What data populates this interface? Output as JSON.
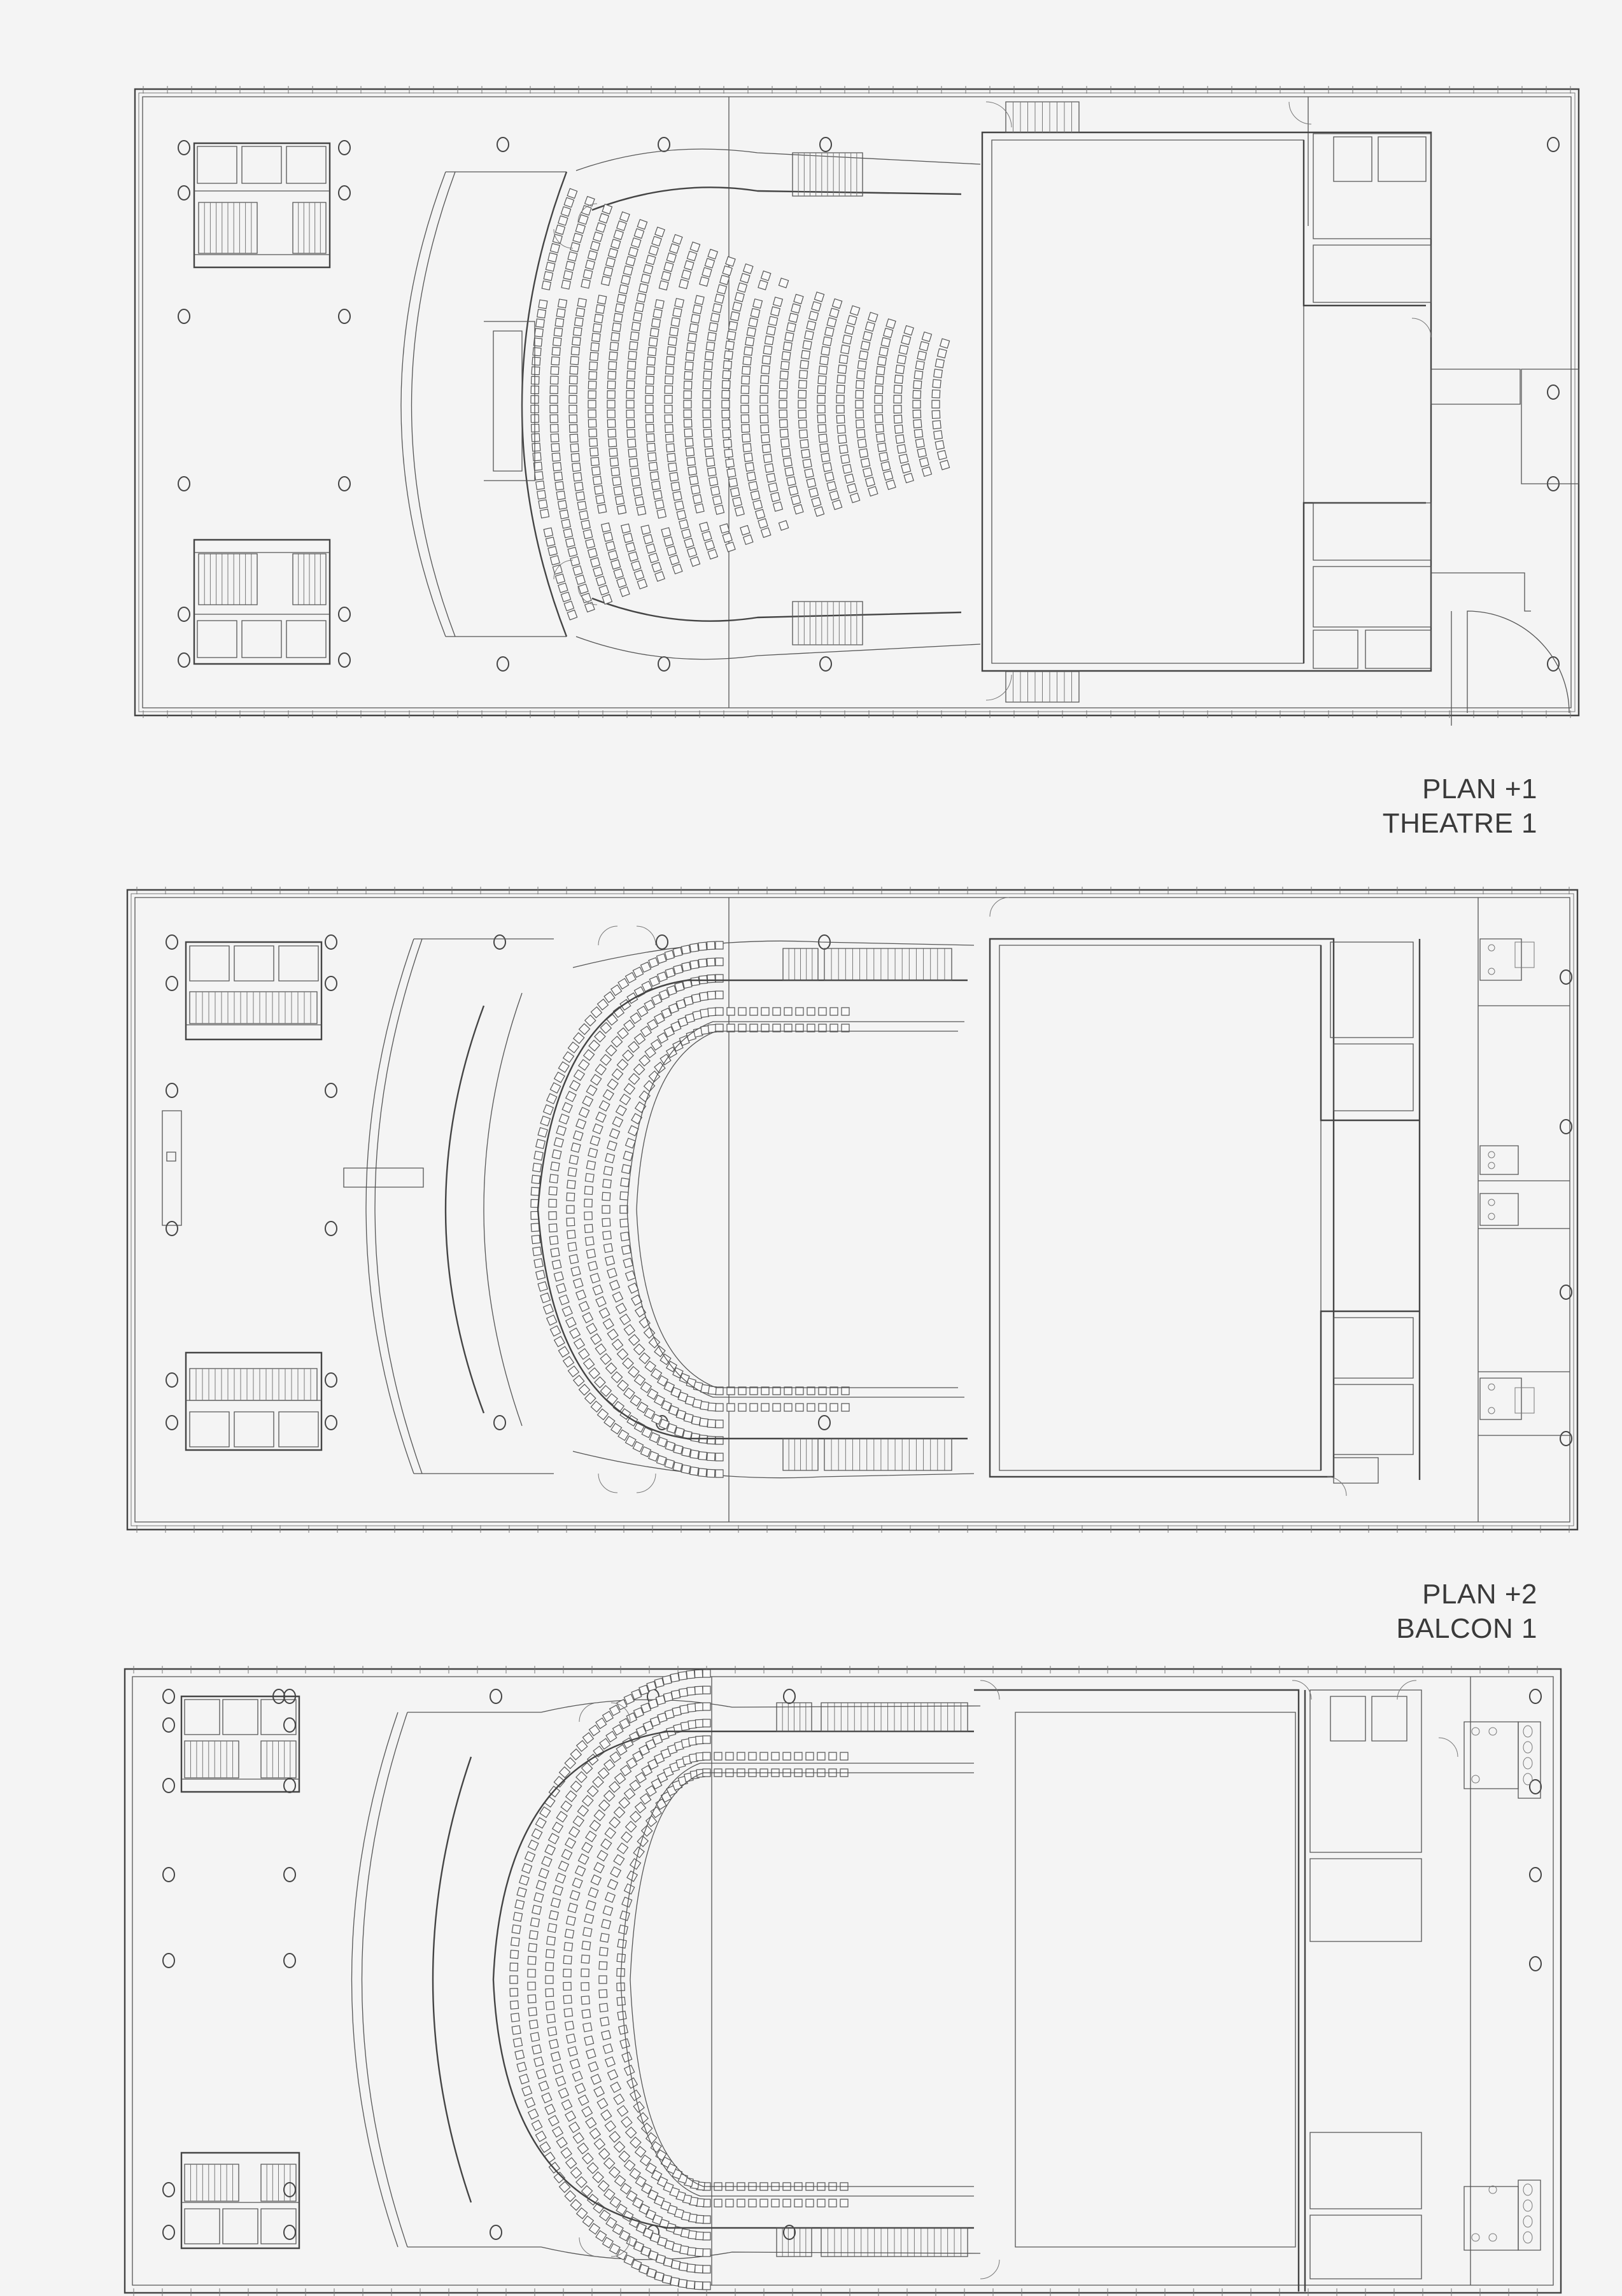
{
  "document": {
    "type": "architectural floor plans",
    "background_color": "#f4f4f4",
    "line_color": "#444444",
    "text_color": "#3a3a3a"
  },
  "plans": [
    {
      "id": "plan-0",
      "label_line1": "",
      "label_line2": "",
      "description": "Main hall level with fan-shaped stalls seating and stage block",
      "elements": [
        "perimeter-curtain-wall",
        "stair-elevator-core-left-top",
        "stair-elevator-core-left-bottom",
        "structural-columns",
        "foyer-curved-wall",
        "stalls-seating",
        "stage-box",
        "backstage-rooms",
        "loading-door"
      ]
    },
    {
      "id": "plan-1",
      "label_line1": "PLAN +1",
      "label_line2": "THEATRE 1",
      "description": "First level with horseshoe balcony seating and dressing rooms",
      "elements": [
        "perimeter-curtain-wall",
        "stair-elevator-cores",
        "bar-counter",
        "horseshoe-balcony-seating",
        "stage-box",
        "dressing-rooms-with-wc"
      ]
    },
    {
      "id": "plan-2",
      "label_line1": "PLAN +2",
      "label_line2": "BALCON 1",
      "description": "Second level balcony plan with upper horseshoe seating",
      "elements": [
        "perimeter-curtain-wall",
        "stair-elevator-cores",
        "horseshoe-balcony-seating",
        "stage-box",
        "service-rooms",
        "toilet-blocks"
      ]
    }
  ],
  "labels": {
    "plan1_line1": "PLAN +1",
    "plan1_line2": "THEATRE 1",
    "plan2_line1": "PLAN +2",
    "plan2_line2": "BALCON 1"
  }
}
